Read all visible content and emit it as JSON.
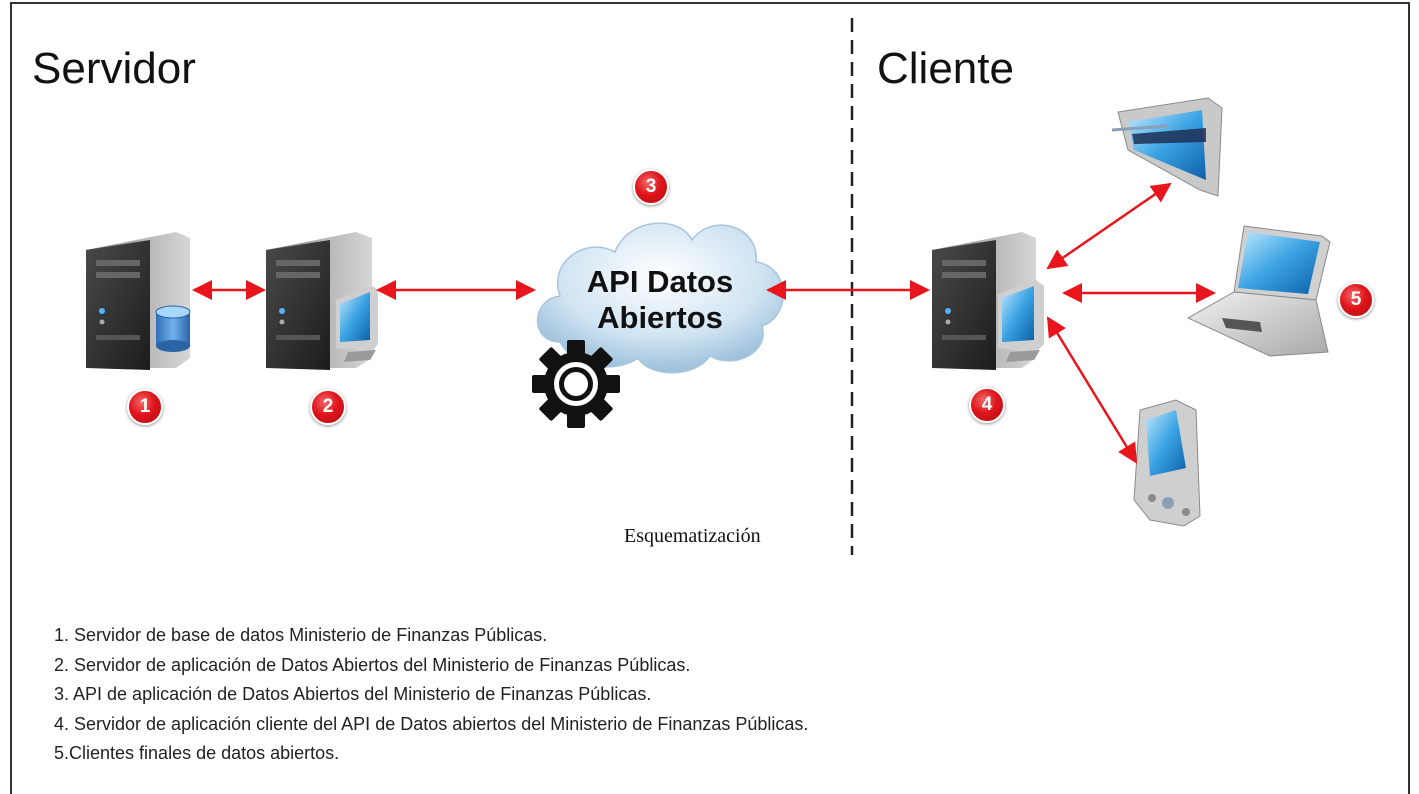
{
  "headings": {
    "server": "Servidor",
    "client": "Cliente"
  },
  "cloud": {
    "line1": "API Datos",
    "line2": "Abiertos"
  },
  "badges": {
    "b1": "1",
    "b2": "2",
    "b3": "3",
    "b4": "4",
    "b5": "5"
  },
  "caption": "Esquematización",
  "legend": [
    "1. Servidor de base de datos Ministerio de Finanzas Públicas.",
    "2. Servidor de aplicación de Datos Abiertos del Ministerio de Finanzas Públicas.",
    "3. API de aplicación de Datos Abiertos del Ministerio de Finanzas Públicas.",
    "4. Servidor de aplicación cliente del API de Datos abiertos del Ministerio de Finanzas Públicas.",
    "5.Clientes finales de datos abiertos."
  ],
  "icons": {
    "server1": "database-server-icon",
    "server2": "application-server-icon",
    "cloud": "cloud-icon",
    "gear": "gear-icon",
    "server4": "client-server-icon",
    "monitor": "monitor-icon",
    "laptop": "laptop-icon",
    "pda": "pda-icon"
  },
  "colors": {
    "arrow": "#e8161c",
    "badge": "#e0151b",
    "divider": "#222222"
  }
}
